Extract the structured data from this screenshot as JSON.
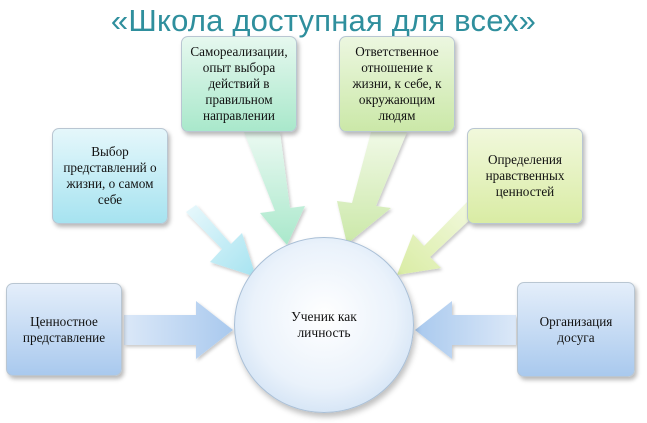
{
  "title": "«Школа доступная для всех»",
  "center": {
    "label": "Ученик как личность"
  },
  "nodes": {
    "values_representation": "Ценностное представление",
    "choice_of_ideas": "Выбор представлений о жизни, о самом себе",
    "self_realization": "Самореализации, опыт выбора действий в правильном направлении",
    "responsible_attitude": "Ответственное отношение к жизни, к себе, к окружающим людям",
    "moral_values": "Определения нравственных ценностей",
    "leisure": "Организация досуга"
  },
  "colors": {
    "title": "#2f8f9d",
    "blue": "#a9c9ee",
    "cyan": "#a6e3f0",
    "mint": "#a9e8cb",
    "light_green": "#cbe8a8",
    "yellow_green": "#d9eca4"
  }
}
